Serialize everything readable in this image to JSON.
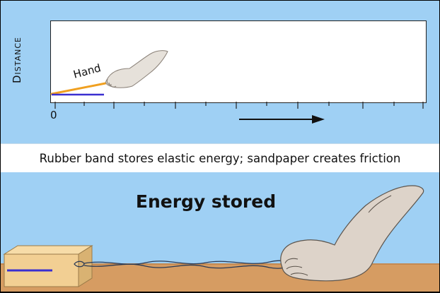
{
  "graph": {
    "y_axis_label": "Distance",
    "x_origin_label": "0",
    "series_label": "Hand"
  },
  "caption": "Rubber band stores elastic energy; sandpaper creates friction",
  "scene": {
    "title": "Energy stored"
  },
  "colors": {
    "sky": "#9fd0f4",
    "hand_line": "#f0a020",
    "block_line": "#3a2fd0",
    "ground": "#d69c62",
    "block": "#f2cf93",
    "hand": "#ddd3c9"
  }
}
